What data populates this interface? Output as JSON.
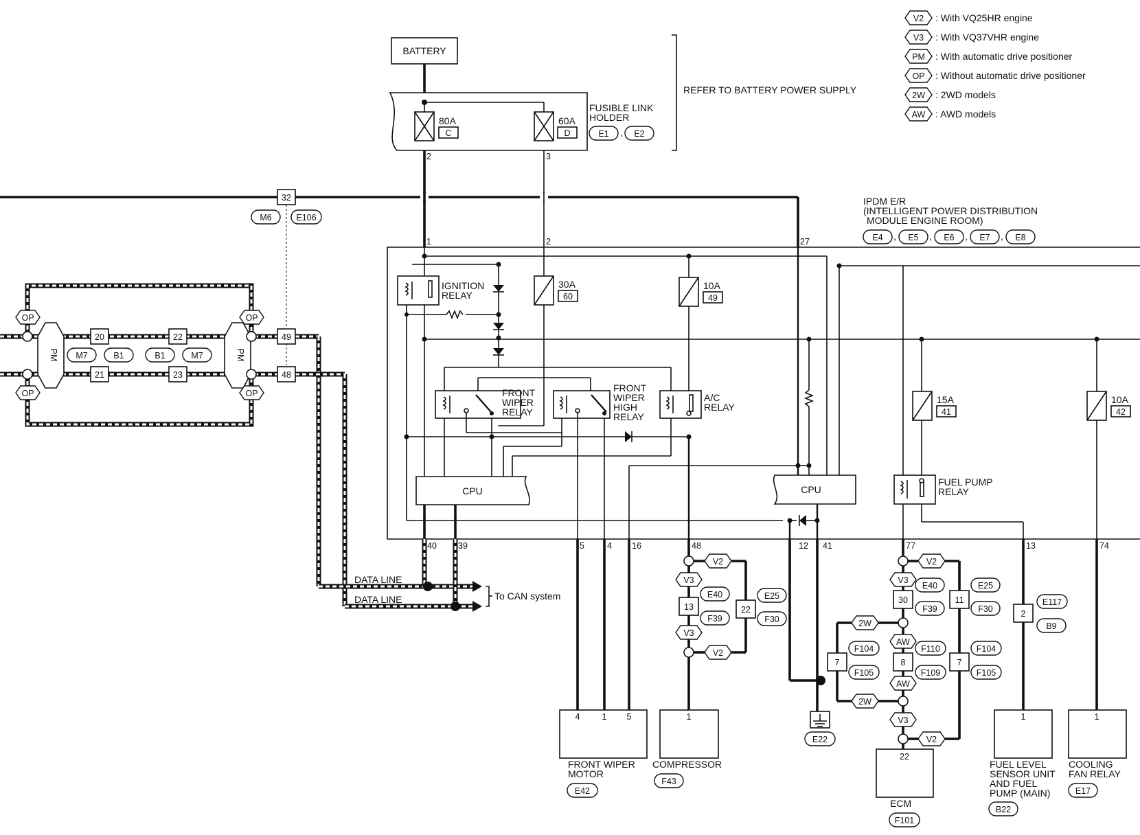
{
  "legend": [
    {
      "code": "V2",
      "text": ": With VQ25HR engine"
    },
    {
      "code": "V3",
      "text": ": With VQ37VHR engine"
    },
    {
      "code": "PM",
      "text": ": With automatic drive positioner"
    },
    {
      "code": "OP",
      "text": ": Without automatic drive positioner"
    },
    {
      "code": "2W",
      "text": ": 2WD models"
    },
    {
      "code": "AW",
      "text": ": AWD models"
    }
  ],
  "battery": "BATTERY",
  "fusible_link": {
    "label1": "FUSIBLE LINK",
    "label2": "HOLDER",
    "conn1": "E1",
    "conn2": "E2",
    "fuse1_amp": "80A",
    "fuse1_id": "C",
    "fuse2_amp": "60A",
    "fuse2_id": "D",
    "pin1": "2",
    "pin2": "3"
  },
  "refer_text": "REFER TO BATTERY POWER SUPPLY",
  "ipdm": {
    "line1": "IPDM E/R",
    "line2": "(INTELLIGENT POWER DISTRIBUTION",
    "line3": "MODULE ENGINE ROOM)",
    "conns": [
      "E4",
      "E5",
      "E6",
      "E7",
      "E8"
    ],
    "top_pins": {
      "p1": "1",
      "p2": "2",
      "p27": "27"
    },
    "ignition_relay": [
      "IGNITION",
      "RELAY"
    ],
    "fuse30": {
      "amp": "30A",
      "id": "60"
    },
    "fuse10a": {
      "amp": "10A",
      "id": "49"
    },
    "fuse15": {
      "amp": "15A",
      "id": "41"
    },
    "fuse10b": {
      "amp": "10A",
      "id": "42"
    },
    "front_wiper_relay": [
      "FRONT",
      "WIPER",
      "RELAY"
    ],
    "front_wiper_high_relay": [
      "FRONT",
      "WIPER",
      "HIGH",
      "RELAY"
    ],
    "ac_relay": [
      "A/C",
      "RELAY"
    ],
    "fuel_pump_relay": [
      "FUEL PUMP",
      "RELAY"
    ],
    "cpu": "CPU",
    "bottom_pins": [
      "40",
      "39",
      "5",
      "4",
      "16",
      "48",
      "12",
      "41",
      "77",
      "13",
      "74"
    ]
  },
  "junction": {
    "pin": "32",
    "conn1": "M6",
    "conn2": "E106",
    "pin49": "49",
    "pin48": "48"
  },
  "left_loop": {
    "op": "OP",
    "pm": "PM",
    "pins_top": [
      "20",
      "22"
    ],
    "pins_bot": [
      "21",
      "23"
    ],
    "conns": [
      "M7",
      "B1",
      "B1",
      "M7"
    ]
  },
  "data_line": "DATA LINE",
  "can": "To CAN system",
  "motor": {
    "pins": [
      "4",
      "1",
      "5"
    ],
    "name1": "FRONT WIPER",
    "name2": "MOTOR",
    "conn": "E42"
  },
  "compressor": {
    "pin": "1",
    "name": "COMPRESSOR",
    "conn": "F43",
    "pin13": "13",
    "pin22": "22",
    "c1": "E40",
    "c2": "F39",
    "c3": "E25",
    "c4": "F30",
    "v2": "V2",
    "v3": "V3"
  },
  "ground": {
    "conn": "E22"
  },
  "ecm": {
    "name": "ECM",
    "conn": "F101",
    "pin": "22",
    "p30": "30",
    "p11": "11",
    "p7a": "7",
    "p8": "8",
    "p7b": "7",
    "c_e40": "E40",
    "c_f39": "F39",
    "c_e25": "E25",
    "c_f30": "F30",
    "c_f104a": "F104",
    "c_f105a": "F105",
    "c_f110": "F110",
    "c_f109": "F109",
    "c_f104b": "F104",
    "c_f105b": "F105",
    "v2": "V2",
    "v3": "V3",
    "w2": "2W",
    "aw": "AW"
  },
  "fuel_level": {
    "pin": "1",
    "mid_pin": "2",
    "c1": "E117",
    "c2": "B9",
    "name": [
      "FUEL LEVEL",
      "SENSOR UNIT",
      "AND FUEL",
      "PUMP (MAIN)"
    ],
    "conn": "B22"
  },
  "cooling": {
    "pin": "1",
    "name": [
      "COOLING",
      "FAN RELAY"
    ],
    "conn": "E17"
  }
}
